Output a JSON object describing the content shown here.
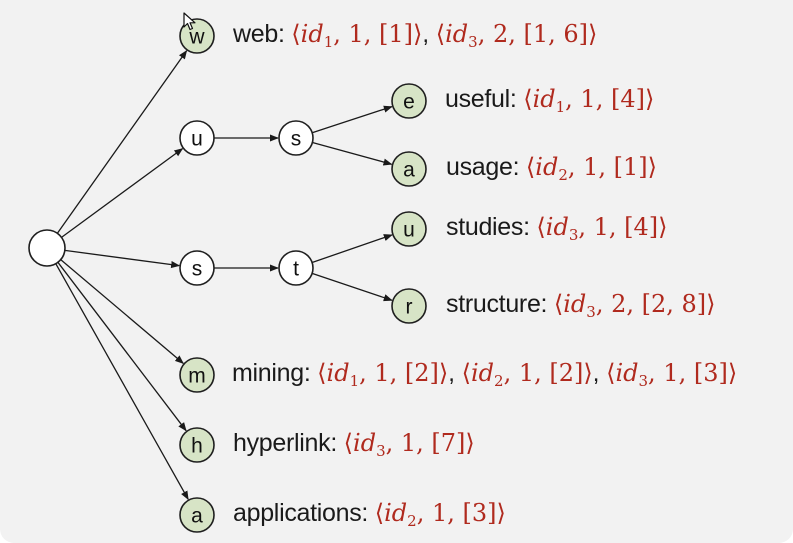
{
  "colors": {
    "leaf_fill": "#d7e4c6",
    "internal_fill": "#ffffff",
    "posting_color": "#b02a1e",
    "edge_color": "#1a1a1a"
  },
  "tree": {
    "root": {
      "letter": ""
    },
    "internal_nodes": [
      {
        "id": "u1",
        "letter": "u"
      },
      {
        "id": "s1",
        "letter": "s"
      },
      {
        "id": "s2",
        "letter": "s"
      },
      {
        "id": "t1",
        "letter": "t"
      }
    ],
    "leaves": [
      {
        "id": "w",
        "letter": "w",
        "term": "web",
        "postings": [
          {
            "doc": "id",
            "sub": "1",
            "tf": "1",
            "pos": "[1]"
          },
          {
            "doc": "id",
            "sub": "3",
            "tf": "2",
            "pos": "[1, 6]"
          }
        ]
      },
      {
        "id": "e",
        "letter": "e",
        "term": "useful",
        "postings": [
          {
            "doc": "id",
            "sub": "1",
            "tf": "1",
            "pos": "[4]"
          }
        ]
      },
      {
        "id": "a1",
        "letter": "a",
        "term": "usage",
        "postings": [
          {
            "doc": "id",
            "sub": "2",
            "tf": "1",
            "pos": "[1]"
          }
        ]
      },
      {
        "id": "u2",
        "letter": "u",
        "term": "studies",
        "postings": [
          {
            "doc": "id",
            "sub": "3",
            "tf": "1",
            "pos": "[4]"
          }
        ]
      },
      {
        "id": "r",
        "letter": "r",
        "term": "structure",
        "postings": [
          {
            "doc": "id",
            "sub": "3",
            "tf": "2",
            "pos": "[2, 8]"
          }
        ]
      },
      {
        "id": "m",
        "letter": "m",
        "term": "mining",
        "postings": [
          {
            "doc": "id",
            "sub": "1",
            "tf": "1",
            "pos": "[2]"
          },
          {
            "doc": "id",
            "sub": "2",
            "tf": "1",
            "pos": "[2]"
          },
          {
            "doc": "id",
            "sub": "3",
            "tf": "1",
            "pos": "[3]"
          }
        ]
      },
      {
        "id": "h",
        "letter": "h",
        "term": "hyperlink",
        "postings": [
          {
            "doc": "id",
            "sub": "3",
            "tf": "1",
            "pos": "[7]"
          }
        ]
      },
      {
        "id": "a2",
        "letter": "a",
        "term": "applications",
        "postings": [
          {
            "doc": "id",
            "sub": "2",
            "tf": "1",
            "pos": "[3]"
          }
        ]
      }
    ],
    "edges": [
      [
        "root",
        "w"
      ],
      [
        "root",
        "u1"
      ],
      [
        "root",
        "s2"
      ],
      [
        "root",
        "m"
      ],
      [
        "root",
        "h"
      ],
      [
        "root",
        "a2"
      ],
      [
        "u1",
        "s1"
      ],
      [
        "s1",
        "e"
      ],
      [
        "s1",
        "a1"
      ],
      [
        "s2",
        "t1"
      ],
      [
        "t1",
        "u2"
      ],
      [
        "t1",
        "r"
      ]
    ]
  }
}
